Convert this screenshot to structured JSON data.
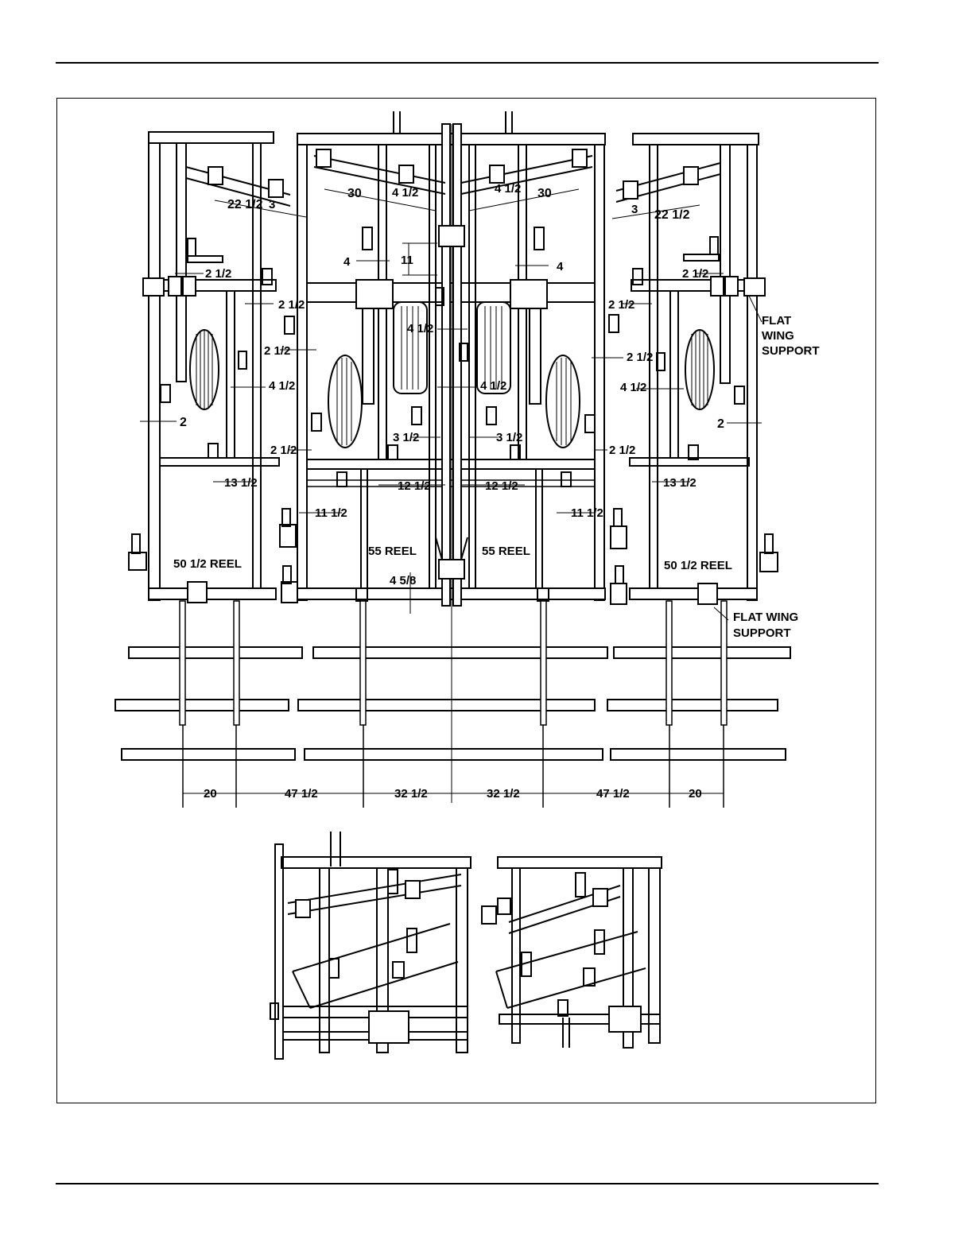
{
  "dimensions": {
    "d_30_left": "30",
    "d_4half_topleft": "4 1/2",
    "d_22half_left": "22 1/2",
    "d_3_left": "3",
    "d_30_right": "30",
    "d_4half_topright": "4 1/2",
    "d_22half_right": "22 1/2",
    "d_3_right": "3",
    "d_4_left": "4",
    "d_11": "11",
    "d_4_right": "4",
    "d_2half_a": "2 1/2",
    "d_2half_b": "2 1/2",
    "d_2half_c": "2 1/2",
    "d_2half_d": "2 1/2",
    "d_2half_e": "2 1/2",
    "d_2half_f": "2 1/2",
    "d_2half_g": "2 1/2",
    "d_2half_h": "2 1/2",
    "d_4half_center": "4 1/2",
    "d_4half_left_wing": "4 1/2",
    "d_4half_right_center": "4 1/2",
    "d_4half_right_wing": "4 1/2",
    "d_2_left": "2",
    "d_2_right": "2",
    "d_3half_left": "3 1/2",
    "d_3half_right": "3 1/2",
    "d_13half_left": "13 1/2",
    "d_13half_right": "13 1/2",
    "d_12half_left": "12 1/2",
    "d_12half_right": "12 1/2",
    "d_11half_left": "11 1/2",
    "d_11half_right": "11 1/2",
    "d_4_5_8": "4 5/8"
  },
  "reel_labels": {
    "left_wing": "50 1/2  REEL",
    "center_left": "55 REEL",
    "center_right": "55 REEL",
    "right_wing": "50 1/2  REEL"
  },
  "callouts": {
    "flat_wing_support_top_1": "FLAT",
    "flat_wing_support_top_2": "WING",
    "flat_wing_support_top_3": "SUPPORT",
    "flat_wing_support_bottom_1": "FLAT WING",
    "flat_wing_support_bottom_2": "SUPPORT"
  },
  "bottom_spacing": [
    "20",
    "47 1/2",
    "32 1/2",
    "32 1/2",
    "47 1/2",
    "20"
  ]
}
